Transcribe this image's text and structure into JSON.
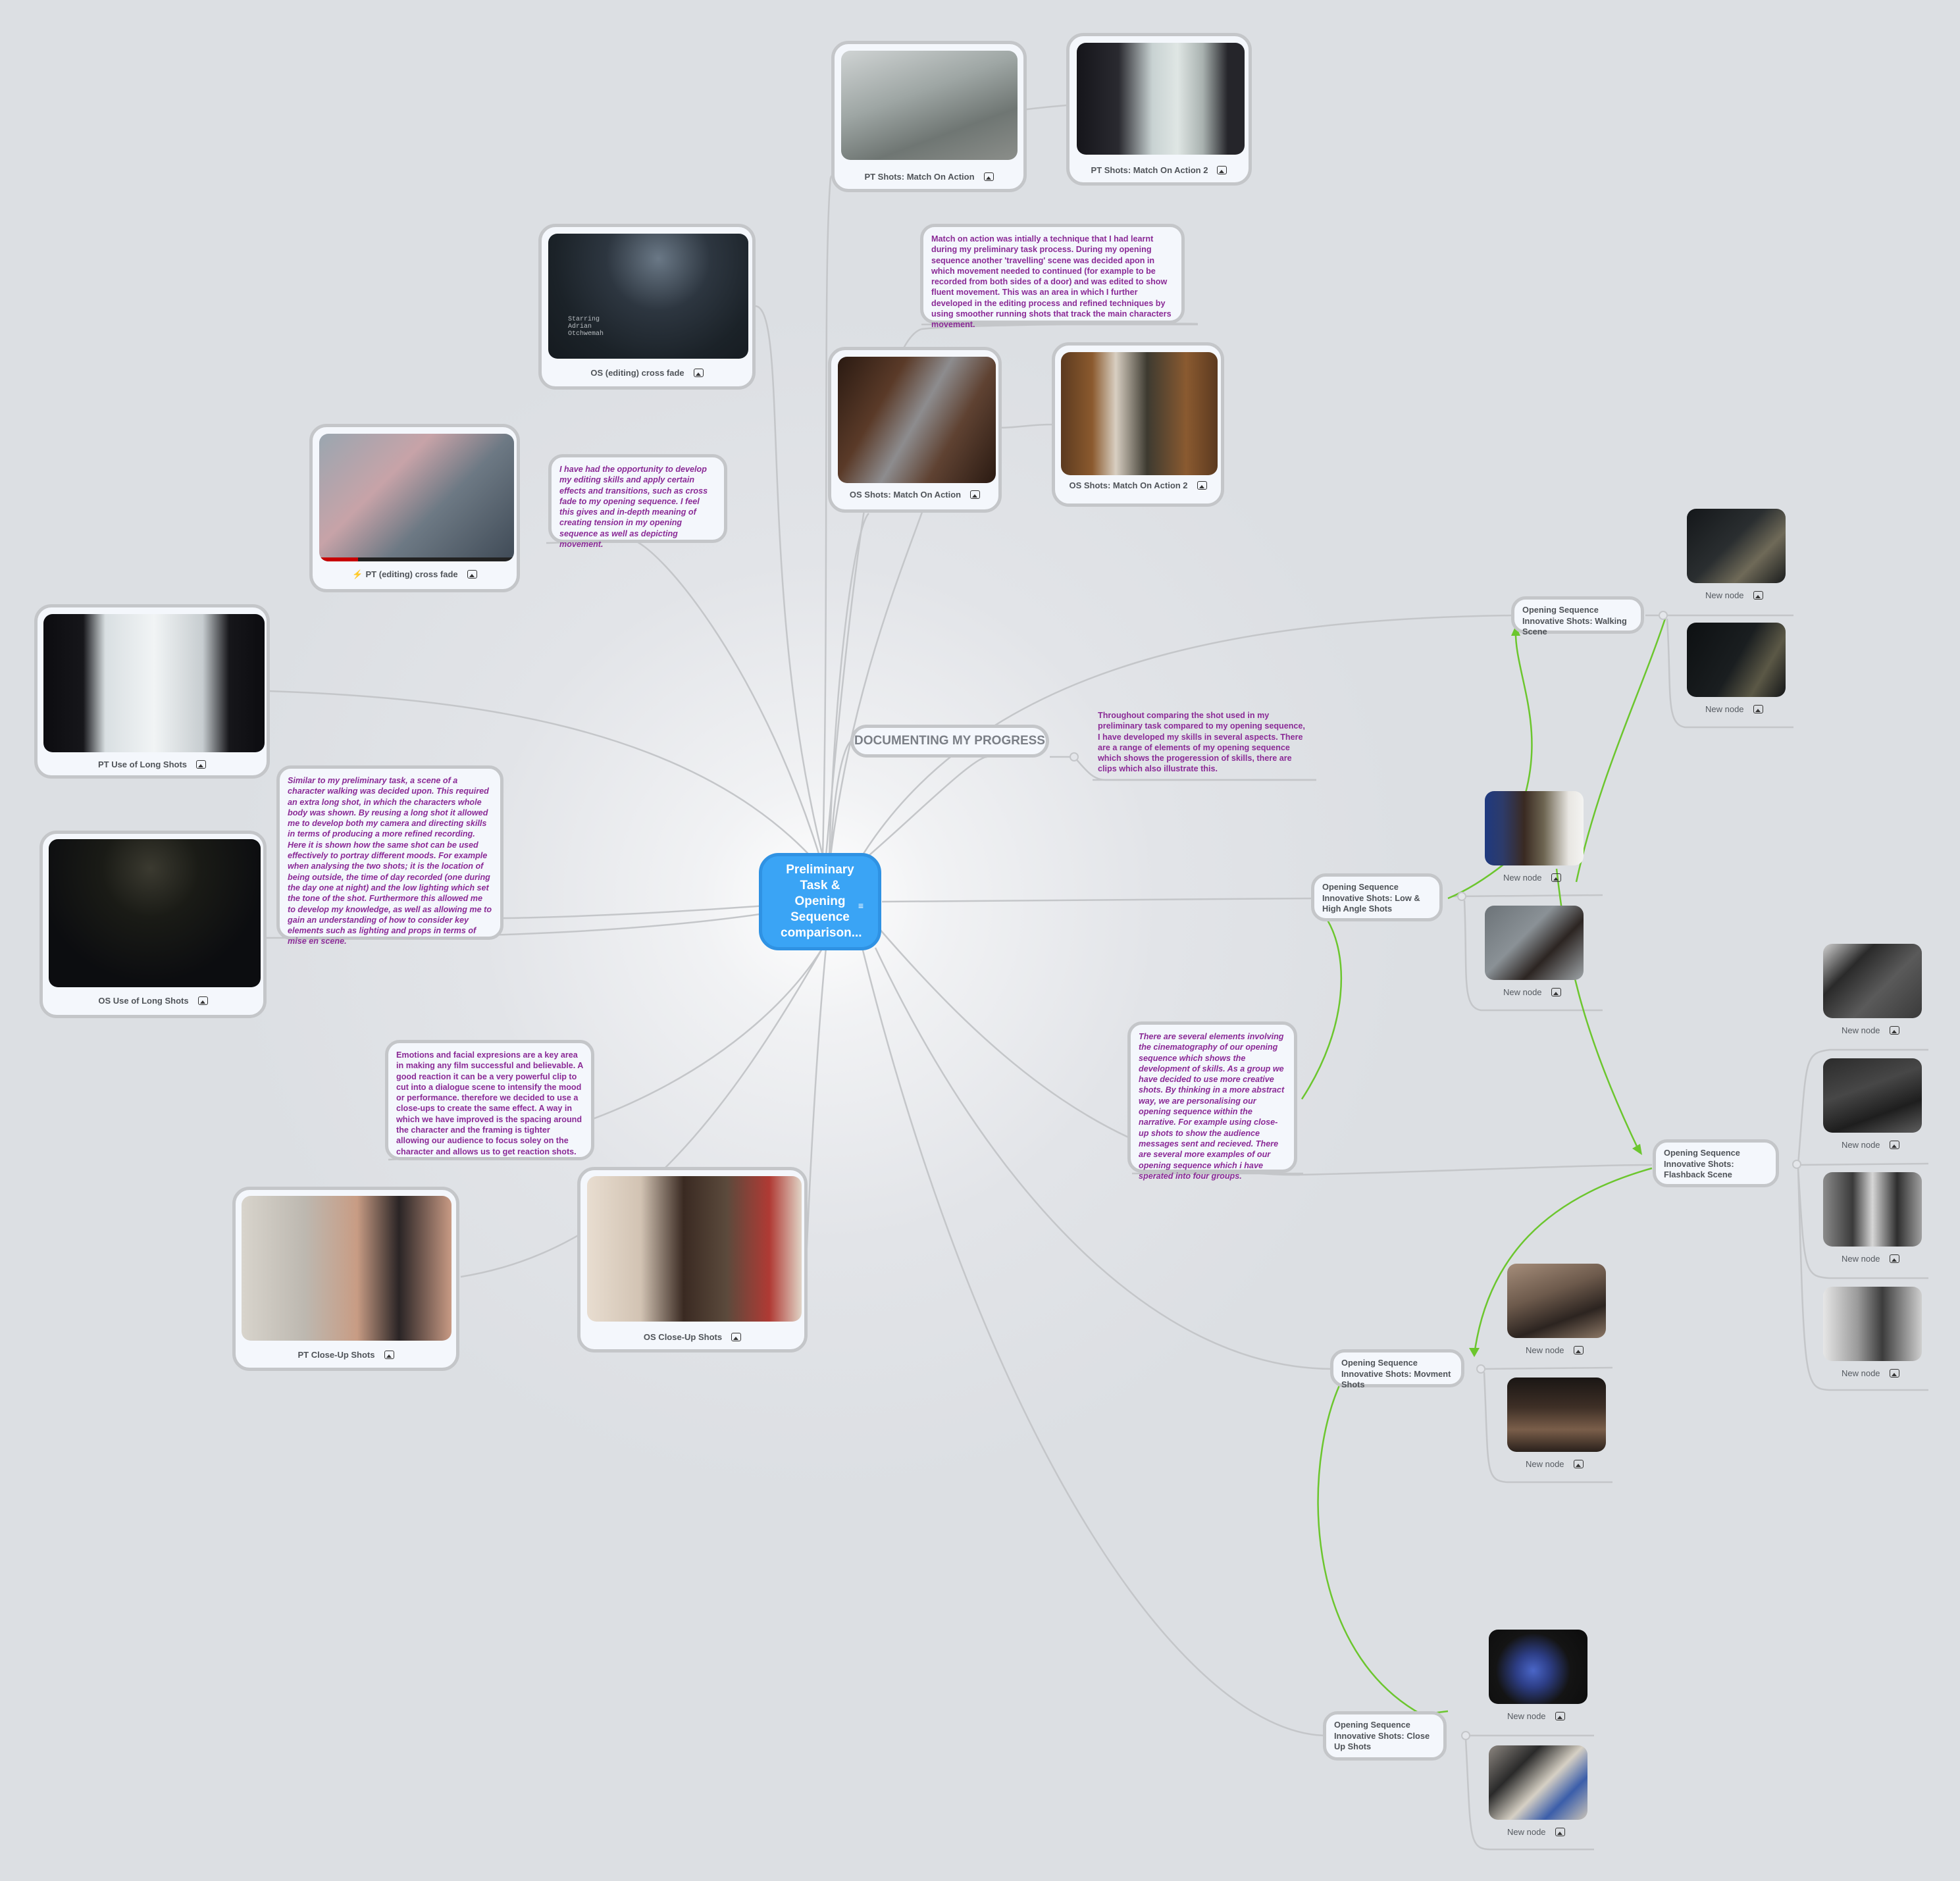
{
  "central": {
    "title": "Preliminary Task & Opening Sequence comparison...",
    "icon": "add-note-icon",
    "color": "#3aa4f5"
  },
  "section_title": "DOCUMENTING MY PROGRESS",
  "image_cards": [
    {
      "caption": "PT Shots: Match On Action",
      "icon": "image-icon"
    },
    {
      "caption": "PT Shots: Match On Action 2",
      "icon": "image-icon"
    },
    {
      "caption": "OS (editing) cross fade",
      "icon": "image-icon",
      "overlay_text": "Starring\nAdrian\nOtchwemah"
    },
    {
      "caption": "OS Shots: Match On Action",
      "icon": "image-icon"
    },
    {
      "caption": "OS Shots: Match On Action  2",
      "icon": "image-icon"
    },
    {
      "caption": "PT (editing) cross fade",
      "icon": "image-icon",
      "prefix_icon": "lightning-icon",
      "video_progress": 0.2
    },
    {
      "caption": "PT Use of Long Shots",
      "icon": "image-icon"
    },
    {
      "caption": "OS Use of Long Shots",
      "icon": "image-icon"
    },
    {
      "caption": "PT Close-Up Shots",
      "icon": "image-icon"
    },
    {
      "caption": "OS Close-Up Shots",
      "icon": "image-icon"
    }
  ],
  "notes": {
    "match_on_action": "Match on action was intially a technique that I had learnt during my preliminary task process. During my opening sequence another 'travelling' scene was decided apon in which movement needed to continued (for example to be recorded from both sides of a door) and was edited to show fluent movement. This was an area in which I further developed in the editing process and refined techniques by using smoother running shots that track the main characters movement.",
    "cross_fade": "I have had the opportunity to develop my editing skills and apply certain effects and  transitions, such as cross fade to my opening sequence. I feel this gives and in-depth meaning of creating tension in my opening sequence as well as depicting movement.",
    "long_shots": "Similar to my preliminary task, a scene of a character walking was decided upon. This required an extra long shot, in which the characters whole body was shown. By reusing a long shot it  allowed me to develop both my camera and directing skills in terms of producing a more refined recording. Here it is shown how the same shot can be used effectively to portray different moods. For example when analysing the two shots; it is the location of being outside, the time of day recorded (one during the day one at night) and the low lighting which set the tone of the shot. Furthermore this allowed me to develop my knowledge, as well as allowing me to gain an understanding of how to consider key elements such as lighting and props in terms of mise en scene.",
    "close_ups": "Emotions and facial expresions are a key area in making any film successful and believable. A good reaction it can be a very powerful clip to cut into a dialogue scene to intensify the mood or performance. therefore we decided to use a close-ups to create the same effect. A way in which we have improved is the spacing around the character and the framing is tighter allowing our audience to focus soley on the character and allows us to get reaction shots.",
    "progress": "Throughout comparing the shot used in my preliminary task compared to my opening sequence, I have developed my skills in several aspects. There are a range of elements of my opening sequence which shows the progeression of skills, there are clips which also illustrate this.",
    "cinematography": "There are several elements involving the cinematography of our opening sequence which shows the development of skills. As a group we have decided to use more creative shots.  By thinking in a more abstract way, we are personalising our opening sequence within the narrative. For example using close-up shots to show the audience messages sent and recieved. There are several more examples of our opening sequence which i have sperated into four groups."
  },
  "topics": [
    {
      "title": "Opening Sequence Innovative Shots: Walking Scene",
      "children": [
        "New node",
        "New node"
      ]
    },
    {
      "title": "Opening Sequence Innovative Shots: Low & High Angle Shots",
      "children": [
        "New node",
        "New node"
      ]
    },
    {
      "title": "Opening Sequence Innovative Shots: Flashback Scene",
      "children": [
        "New node",
        "New node",
        "New node",
        "New node"
      ]
    },
    {
      "title": "Opening Sequence Innovative Shots: Movment Shots",
      "children": [
        "New node",
        "New node"
      ]
    },
    {
      "title": "Opening Sequence Innovative Shots: Close Up Shots",
      "children": [
        "New node",
        "New node"
      ]
    }
  ],
  "colors": {
    "note_text": "#8a2a96",
    "relation_arrow": "#6cc62e",
    "link": "#c4c6c9",
    "central": "#3aa4f5"
  }
}
